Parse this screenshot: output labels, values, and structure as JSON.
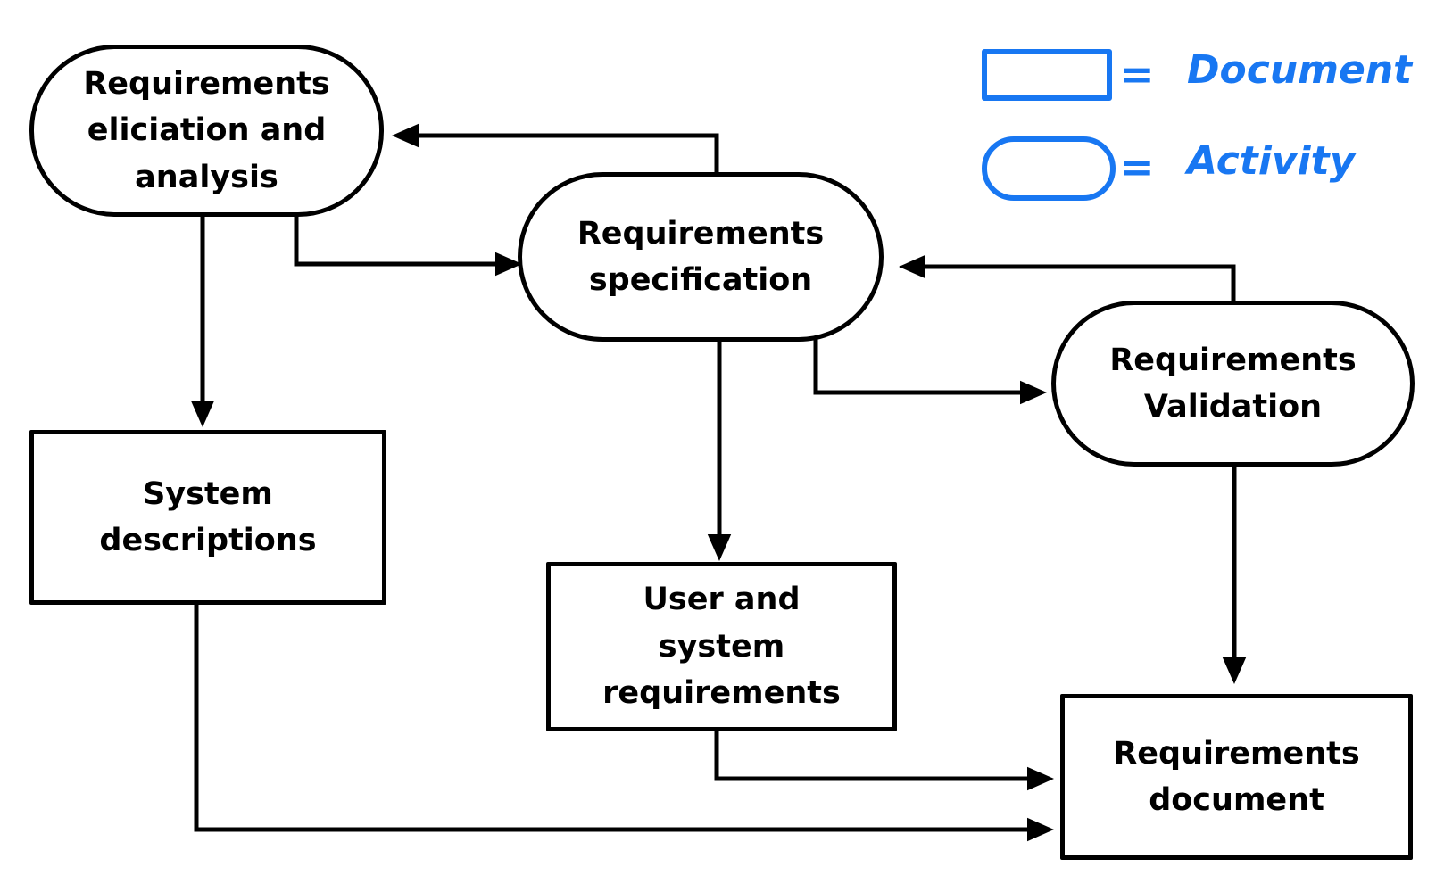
{
  "canvas": {
    "background_color": "#ffffff",
    "ink_color": "#000000",
    "accent_color": "#1877f2"
  },
  "nodes": [
    {
      "id": "elicitation",
      "type": "activity",
      "label": "Requirements eliciation and analysis"
    },
    {
      "id": "specification",
      "type": "activity",
      "label": "Requirements specification"
    },
    {
      "id": "validation",
      "type": "activity",
      "label": "Requirements Validation"
    },
    {
      "id": "system-descriptions",
      "type": "document",
      "label": "System descriptions"
    },
    {
      "id": "user-system-requirements",
      "type": "document",
      "label": "User and system requirements"
    },
    {
      "id": "requirements-document",
      "type": "document",
      "label": "Requirements document"
    }
  ],
  "edges": [
    {
      "from": "specification",
      "to": "elicitation"
    },
    {
      "from": "elicitation",
      "to": "specification"
    },
    {
      "from": "elicitation",
      "to": "system-descriptions"
    },
    {
      "from": "specification",
      "to": "user-system-requirements"
    },
    {
      "from": "specification",
      "to": "validation"
    },
    {
      "from": "validation",
      "to": "specification"
    },
    {
      "from": "validation",
      "to": "requirements-document"
    },
    {
      "from": "user-system-requirements",
      "to": "requirements-document"
    },
    {
      "from": "system-descriptions",
      "to": "requirements-document"
    }
  ],
  "legend": {
    "document": {
      "symbol": "rectangle",
      "equals": "=",
      "label": "Document"
    },
    "activity": {
      "symbol": "stadium",
      "equals": "=",
      "label": "Activity"
    }
  }
}
